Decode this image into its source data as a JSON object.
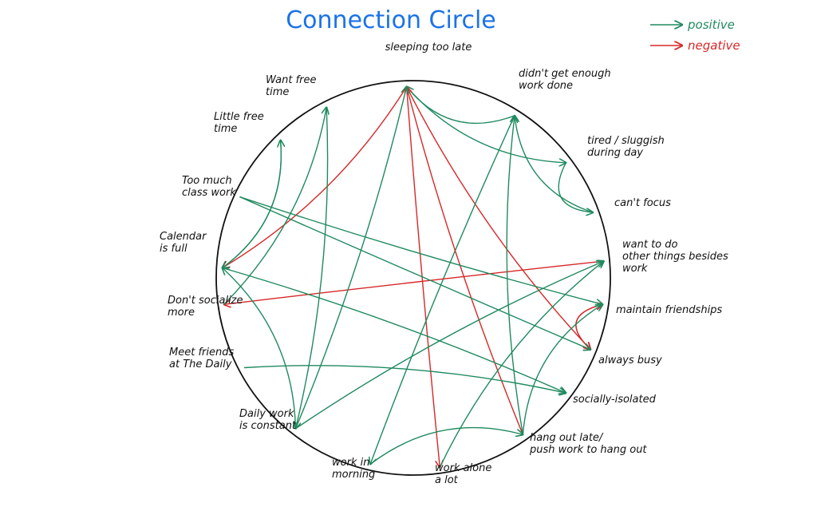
{
  "title": "Connection Circle",
  "legend": [
    {
      "label": "positive",
      "color": "#1f8a5f"
    },
    {
      "label": "negative",
      "color": "#d62828"
    }
  ],
  "nodes": [
    {
      "id": "sleeping",
      "label": "sleeping too late"
    },
    {
      "id": "work_done",
      "label": "didn't get enough\nwork done"
    },
    {
      "id": "tired",
      "label": "tired / sluggish\nduring day"
    },
    {
      "id": "focus",
      "label": "can't focus"
    },
    {
      "id": "other_things",
      "label": "want to do\nother things besides\nwork"
    },
    {
      "id": "friendships",
      "label": "maintain friendships"
    },
    {
      "id": "busy",
      "label": "always busy"
    },
    {
      "id": "isolated",
      "label": "socially-isolated"
    },
    {
      "id": "hang_out",
      "label": "hang out late/\npush work to hang out"
    },
    {
      "id": "alone",
      "label": "work alone\na lot"
    },
    {
      "id": "morning",
      "label": "work in\nmorning"
    },
    {
      "id": "daily_constant",
      "label": "Daily work\nis constant"
    },
    {
      "id": "meet_daily",
      "label": "Meet friends\nat The Daily"
    },
    {
      "id": "socialize",
      "label": "Don't socialize\nmore"
    },
    {
      "id": "calendar",
      "label": "Calendar\nis full"
    },
    {
      "id": "class_work",
      "label": "Too much\nclass work"
    },
    {
      "id": "little_free",
      "label": "Little free\ntime"
    },
    {
      "id": "want_free",
      "label": "Want free\ntime"
    }
  ],
  "edges": [
    {
      "from": "sleeping",
      "to": "tired",
      "type": "positive"
    },
    {
      "from": "sleeping",
      "to": "alone",
      "type": "negative"
    },
    {
      "from": "sleeping",
      "to": "busy",
      "type": "negative"
    },
    {
      "from": "sleeping",
      "to": "calendar",
      "type": "negative"
    },
    {
      "from": "work_done",
      "to": "sleeping",
      "type": "positive"
    },
    {
      "from": "work_done",
      "to": "morning",
      "type": "positive"
    },
    {
      "from": "tired",
      "to": "focus",
      "type": "positive"
    },
    {
      "from": "focus",
      "to": "work_done",
      "type": "positive"
    },
    {
      "from": "other_things",
      "to": "socialize",
      "type": "negative"
    },
    {
      "from": "friendships",
      "to": "busy",
      "type": "negative"
    },
    {
      "from": "busy",
      "to": "friendships",
      "type": "negative"
    },
    {
      "from": "hang_out",
      "to": "sleeping",
      "type": "negative"
    },
    {
      "from": "hang_out",
      "to": "friendships",
      "type": "positive"
    },
    {
      "from": "hang_out",
      "to": "work_done",
      "type": "positive"
    },
    {
      "from": "alone",
      "to": "other_things",
      "type": "positive"
    },
    {
      "from": "morning",
      "to": "hang_out",
      "type": "positive"
    },
    {
      "from": "daily_constant",
      "to": "sleeping",
      "type": "positive"
    },
    {
      "from": "daily_constant",
      "to": "other_things",
      "type": "positive"
    },
    {
      "from": "daily_constant",
      "to": "calendar",
      "type": "positive"
    },
    {
      "from": "meet_daily",
      "to": "isolated",
      "type": "positive"
    },
    {
      "from": "socialize",
      "to": "want_free",
      "type": "positive"
    },
    {
      "from": "calendar",
      "to": "little_free",
      "type": "positive"
    },
    {
      "from": "calendar",
      "to": "isolated",
      "type": "positive"
    },
    {
      "from": "class_work",
      "to": "busy",
      "type": "positive"
    },
    {
      "from": "class_work",
      "to": "friendships",
      "type": "positive"
    },
    {
      "from": "little_free",
      "to": "calendar",
      "type": "positive"
    },
    {
      "from": "want_free",
      "to": "daily_constant",
      "type": "positive"
    }
  ]
}
